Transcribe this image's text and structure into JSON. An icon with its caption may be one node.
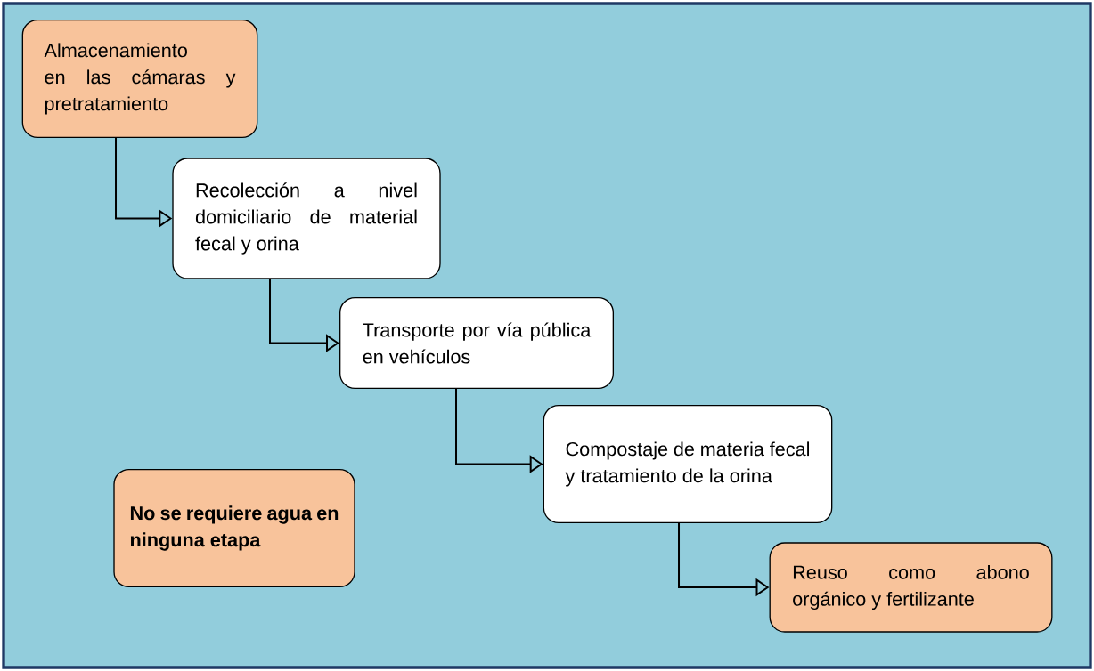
{
  "diagram": {
    "nodes": [
      {
        "text": [
          "Almacenamiento en las cámaras y pretratamiento"
        ]
      },
      {
        "text": [
          "Recolección a nivel domiciliario de material fecal y orina"
        ]
      },
      {
        "text": [
          "Transporte por vía pública en vehículos"
        ]
      },
      {
        "text": [
          "Compostaje de materia fecal y tratamiento de la orina"
        ]
      },
      {
        "text": [
          "Reuso como abono orgánico y fertilizante"
        ]
      },
      {
        "text": [
          "No se requiere agua en ninguna etapa"
        ]
      }
    ],
    "edges": [
      {
        "from": 0,
        "to": 1,
        "arrow": "to"
      },
      {
        "from": 1,
        "to": 2,
        "arrow": "to"
      },
      {
        "from": 2,
        "to": 3,
        "arrow": "to"
      },
      {
        "from": 3,
        "to": 4,
        "arrow": "to"
      }
    ]
  }
}
